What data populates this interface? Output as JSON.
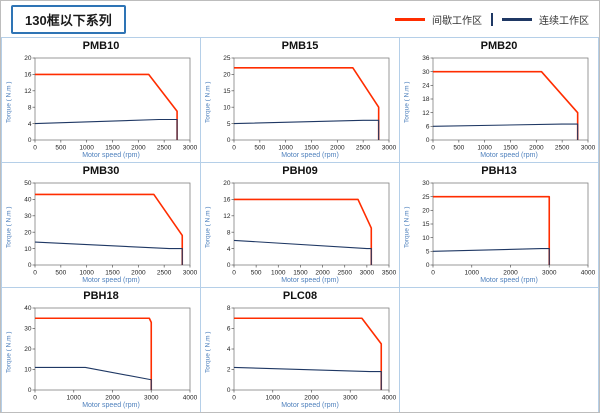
{
  "header": {
    "title": "130框以下系列"
  },
  "legend": {
    "items": [
      {
        "label": "间歇工作区",
        "color": "#ff2d00"
      },
      {
        "label": "连续工作区",
        "color": "#1f3864"
      }
    ]
  },
  "chart_data": [
    {
      "type": "line",
      "title": "PMB10",
      "xlabel": "Motor speed (rpm)",
      "ylabel": "Torque ( N.m )",
      "xlim": [
        0,
        3000
      ],
      "ylim": [
        0,
        20
      ],
      "xticks": [
        0,
        500,
        1000,
        1500,
        2000,
        2500,
        3000
      ],
      "yticks": [
        0,
        4,
        8,
        12,
        16,
        20
      ],
      "series": [
        {
          "name": "间歇工作区",
          "color": "#ff2d00",
          "points": [
            [
              0,
              16
            ],
            [
              2200,
              16
            ],
            [
              2750,
              7
            ],
            [
              2750,
              0
            ]
          ]
        },
        {
          "name": "连续工作区",
          "color": "#1f3864",
          "points": [
            [
              0,
              4
            ],
            [
              2400,
              5
            ],
            [
              2750,
              5
            ],
            [
              2750,
              0
            ]
          ]
        }
      ]
    },
    {
      "type": "line",
      "title": "PMB15",
      "xlabel": "Motor speed (rpm)",
      "ylabel": "Torque ( N.m )",
      "xlim": [
        0,
        3000
      ],
      "ylim": [
        0,
        25
      ],
      "xticks": [
        0,
        500,
        1000,
        1500,
        2000,
        2500,
        3000
      ],
      "yticks": [
        0,
        5,
        10,
        15,
        20,
        25
      ],
      "series": [
        {
          "name": "间歇工作区",
          "color": "#ff2d00",
          "points": [
            [
              0,
              22
            ],
            [
              2300,
              22
            ],
            [
              2800,
              10
            ],
            [
              2800,
              0
            ]
          ]
        },
        {
          "name": "连续工作区",
          "color": "#1f3864",
          "points": [
            [
              0,
              5
            ],
            [
              2500,
              6
            ],
            [
              2800,
              6
            ],
            [
              2800,
              0
            ]
          ]
        }
      ]
    },
    {
      "type": "line",
      "title": "PMB20",
      "xlabel": "Motor speed (rpm)",
      "ylabel": "Torque ( N.m )",
      "xlim": [
        0,
        3000
      ],
      "ylim": [
        0,
        36
      ],
      "xticks": [
        0,
        500,
        1000,
        1500,
        2000,
        2500,
        3000
      ],
      "yticks": [
        0,
        6,
        12,
        18,
        24,
        30,
        36
      ],
      "series": [
        {
          "name": "间歇工作区",
          "color": "#ff2d00",
          "points": [
            [
              0,
              30
            ],
            [
              2100,
              30
            ],
            [
              2800,
              12
            ],
            [
              2800,
              0
            ]
          ]
        },
        {
          "name": "连续工作区",
          "color": "#1f3864",
          "points": [
            [
              0,
              6
            ],
            [
              2500,
              7
            ],
            [
              2800,
              7
            ],
            [
              2800,
              0
            ]
          ]
        }
      ]
    },
    {
      "type": "line",
      "title": "PMB30",
      "xlabel": "Motor speed (rpm)",
      "ylabel": "Torque ( N.m )",
      "xlim": [
        0,
        3000
      ],
      "ylim": [
        0,
        50
      ],
      "xticks": [
        0,
        500,
        1000,
        1500,
        2000,
        2500,
        3000
      ],
      "yticks": [
        0,
        10,
        20,
        30,
        40,
        50
      ],
      "series": [
        {
          "name": "间歇工作区",
          "color": "#ff2d00",
          "points": [
            [
              0,
              43
            ],
            [
              2300,
              43
            ],
            [
              2850,
              18
            ],
            [
              2850,
              0
            ]
          ]
        },
        {
          "name": "连续工作区",
          "color": "#1f3864",
          "points": [
            [
              0,
              14
            ],
            [
              2600,
              10
            ],
            [
              2850,
              10
            ],
            [
              2850,
              0
            ]
          ]
        }
      ]
    },
    {
      "type": "line",
      "title": "PBH09",
      "xlabel": "Motor speed (rpm)",
      "ylabel": "Torque ( N.m )",
      "xlim": [
        0,
        3500
      ],
      "ylim": [
        0,
        20
      ],
      "xticks": [
        0,
        500,
        1000,
        1500,
        2000,
        2500,
        3000,
        3500
      ],
      "yticks": [
        0,
        4,
        8,
        12,
        16,
        20
      ],
      "series": [
        {
          "name": "间歇工作区",
          "color": "#ff2d00",
          "points": [
            [
              0,
              16
            ],
            [
              2800,
              16
            ],
            [
              3100,
              9
            ],
            [
              3100,
              0
            ]
          ]
        },
        {
          "name": "连续工作区",
          "color": "#1f3864",
          "points": [
            [
              0,
              6
            ],
            [
              3000,
              4
            ],
            [
              3100,
              4
            ],
            [
              3100,
              0
            ]
          ]
        }
      ]
    },
    {
      "type": "line",
      "title": "PBH13",
      "xlabel": "Motor speed (rpm)",
      "ylabel": "Torque ( N.m )",
      "xlim": [
        0,
        4000
      ],
      "ylim": [
        0,
        30
      ],
      "xticks": [
        0,
        1000,
        2000,
        3000,
        4000
      ],
      "yticks": [
        0,
        5,
        10,
        15,
        20,
        25,
        30
      ],
      "series": [
        {
          "name": "间歇工作区",
          "color": "#ff2d00",
          "points": [
            [
              0,
              25
            ],
            [
              3000,
              25
            ],
            [
              3000,
              0
            ]
          ]
        },
        {
          "name": "连续工作区",
          "color": "#1f3864",
          "points": [
            [
              0,
              5
            ],
            [
              2800,
              6
            ],
            [
              3000,
              6
            ],
            [
              3000,
              0
            ]
          ]
        }
      ]
    },
    {
      "type": "line",
      "title": "PBH18",
      "xlabel": "Motor speed (rpm)",
      "ylabel": "Torque ( N.m )",
      "xlim": [
        0,
        4000
      ],
      "ylim": [
        0,
        40
      ],
      "xticks": [
        0,
        1000,
        2000,
        3000,
        4000
      ],
      "yticks": [
        0,
        10,
        20,
        30,
        40
      ],
      "series": [
        {
          "name": "间歇工作区",
          "color": "#ff2d00",
          "points": [
            [
              0,
              35
            ],
            [
              2950,
              35
            ],
            [
              3000,
              33
            ],
            [
              3000,
              0
            ]
          ]
        },
        {
          "name": "连续工作区",
          "color": "#1f3864",
          "points": [
            [
              0,
              11
            ],
            [
              1300,
              11
            ],
            [
              3000,
              5
            ],
            [
              3000,
              0
            ]
          ]
        }
      ]
    },
    {
      "type": "line",
      "title": "PLC08",
      "xlabel": "Motor speed (rpm)",
      "ylabel": "Torque ( N.m )",
      "xlim": [
        0,
        4000
      ],
      "ylim": [
        0,
        8
      ],
      "xticks": [
        0,
        1000,
        2000,
        3000,
        4000
      ],
      "yticks": [
        0,
        2,
        4,
        6,
        8
      ],
      "series": [
        {
          "name": "间歇工作区",
          "color": "#ff2d00",
          "points": [
            [
              0,
              7
            ],
            [
              3300,
              7
            ],
            [
              3800,
              4.5
            ],
            [
              3800,
              0
            ]
          ]
        },
        {
          "name": "连续工作区",
          "color": "#1f3864",
          "points": [
            [
              0,
              2.2
            ],
            [
              3500,
              1.8
            ],
            [
              3800,
              1.8
            ],
            [
              3800,
              0
            ]
          ]
        }
      ]
    }
  ]
}
